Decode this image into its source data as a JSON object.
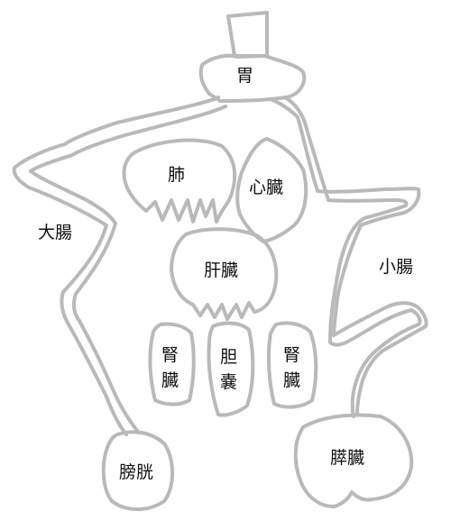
{
  "organs": {
    "stomach": "胃",
    "lung": "肺",
    "heart": "心臓",
    "large_intestine": "大腸",
    "liver": "肝臓",
    "small_intestine": "小腸",
    "kidney_left_top": "腎",
    "kidney_left_bottom": "臓",
    "gallbladder_top": "胆",
    "gallbladder_bottom": "嚢",
    "kidney_right_top": "腎",
    "kidney_right_bottom": "臓",
    "bladder": "膀胱",
    "pancreas": "膵臓"
  },
  "colors": {
    "outline": "#b9b9b9",
    "text": "#111111",
    "background": "#ffffff"
  }
}
